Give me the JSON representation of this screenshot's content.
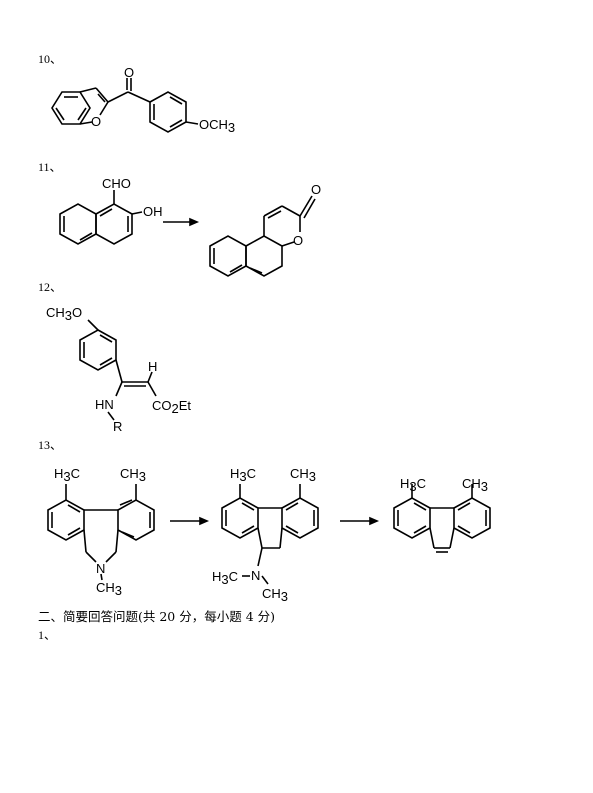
{
  "problems": [
    {
      "number": "10、"
    },
    {
      "number": "11、"
    },
    {
      "number": "12、"
    },
    {
      "number": "13、"
    }
  ],
  "p10": {
    "o_ketone": "O",
    "o_ring": "O",
    "och3": "OCH",
    "och3_sub": "3"
  },
  "p11": {
    "cho": "CHO",
    "oh": "OH",
    "o_ring": "O",
    "o_carbonyl": "O"
  },
  "p12": {
    "ch3o": "CH",
    "ch3o_sub": "3",
    "ch3o_o": "O",
    "h": "H",
    "hn": "HN",
    "r": "R",
    "co2et_a": "CO",
    "co2et_sub": "2",
    "co2et_b": "Et"
  },
  "p13": {
    "h3c": "H",
    "h3c_sub": "3",
    "h3c_c": "C",
    "ch3": "CH",
    "ch3_sub": "3",
    "n": "N"
  },
  "section": {
    "title": "二、简要回答问题(共 20 分，每小题 4 分)",
    "sub_number": "1、"
  }
}
